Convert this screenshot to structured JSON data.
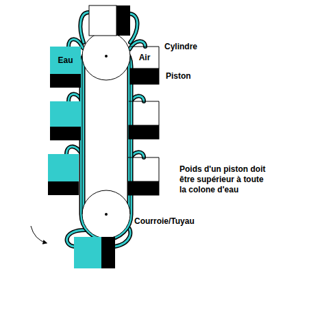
{
  "diagram": {
    "nodes": [
      {
        "text": [
          "Eau"
        ]
      },
      {
        "text": [
          "Air"
        ]
      }
    ],
    "labels": [
      "Cylindre",
      "Piston",
      "Poids d'un piston doit être supérieur à toute la colone d'eau",
      "Courroie/Tuyau"
    ]
  }
}
